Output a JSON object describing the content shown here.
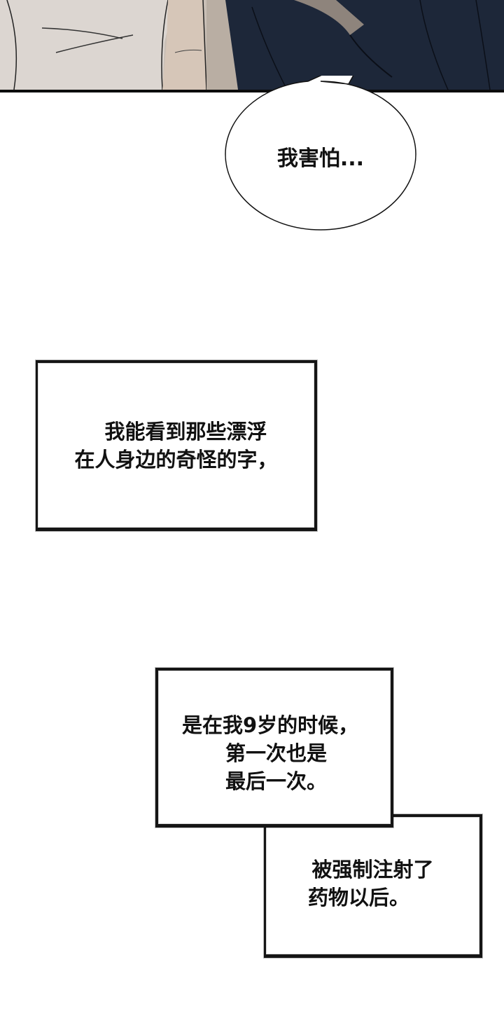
{
  "comic": {
    "panel_top": {
      "description": "Close-up of two figures: person in white top on left, person in dark navy jacket on right",
      "colors": {
        "white_top": "#dcd6d0",
        "skin": "#d8c4b4",
        "navy_jacket": "#1c2638",
        "background": "#bdb2a8",
        "border": "#0b0b0b"
      }
    },
    "speech_bubble": {
      "text": "我害怕..."
    },
    "captions": [
      {
        "lines": [
          "我能看到那些漂浮",
          "在人身边的奇怪的字，"
        ]
      },
      {
        "lines": [
          "是在我9岁的时候，",
          "第一次也是",
          "最后一次。"
        ]
      },
      {
        "lines": [
          "被强制注射了",
          "药物以后。"
        ]
      }
    ]
  }
}
